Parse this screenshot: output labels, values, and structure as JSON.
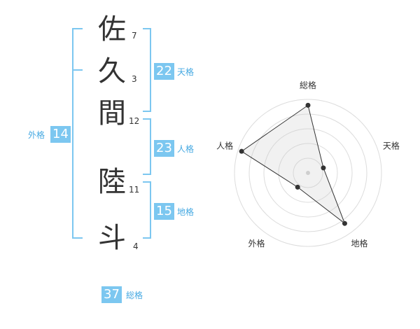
{
  "name": {
    "chars": [
      {
        "char": "佐",
        "strokes": "7"
      },
      {
        "char": "久",
        "strokes": "3"
      },
      {
        "char": "間",
        "strokes": "12"
      },
      {
        "char": "陸",
        "strokes": "11"
      },
      {
        "char": "斗",
        "strokes": "4"
      }
    ]
  },
  "fortunes": {
    "tenkaku": {
      "value": "22",
      "label": "天格"
    },
    "jinkaku": {
      "value": "23",
      "label": "人格"
    },
    "chikaku": {
      "value": "15",
      "label": "地格"
    },
    "gaikaku": {
      "value": "14",
      "label": "外格"
    },
    "soukaku": {
      "value": "37",
      "label": "総格"
    }
  },
  "colors": {
    "accent": "#7cc7f0",
    "accent_text": "#46a9e2",
    "bracket": "#7cc7f0"
  },
  "chart_data": {
    "type": "radar",
    "axes": [
      "総格",
      "天格",
      "地格",
      "外格",
      "人格"
    ],
    "values": [
      0.92,
      0.22,
      0.85,
      0.24,
      0.95
    ],
    "rings": 5,
    "max": 1
  }
}
